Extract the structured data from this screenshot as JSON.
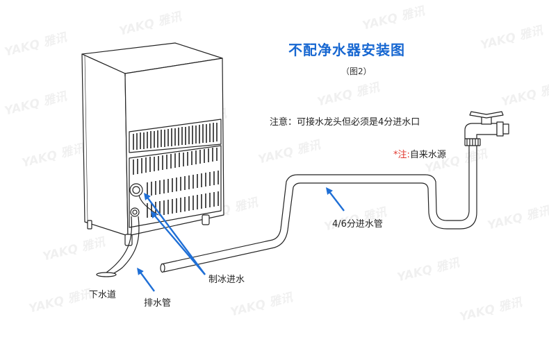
{
  "title": "不配净水器安装图",
  "subtitle": "（图2）",
  "colors": {
    "title_blue": "#1767d1",
    "arrow_blue": "#1f6fd6",
    "note_red": "#e0362c",
    "line": "#222222"
  },
  "watermark": "YAKQ 雅讯",
  "labels": {
    "note": "注意：可接水龙头但必须是4分进水口",
    "source_prefix": "*注:",
    "source_text": "自来水源",
    "pipe": "4/6分进水管",
    "ice_inlet": "制冰进水",
    "drain_pipe": "排水管",
    "sewer": "下水道"
  }
}
